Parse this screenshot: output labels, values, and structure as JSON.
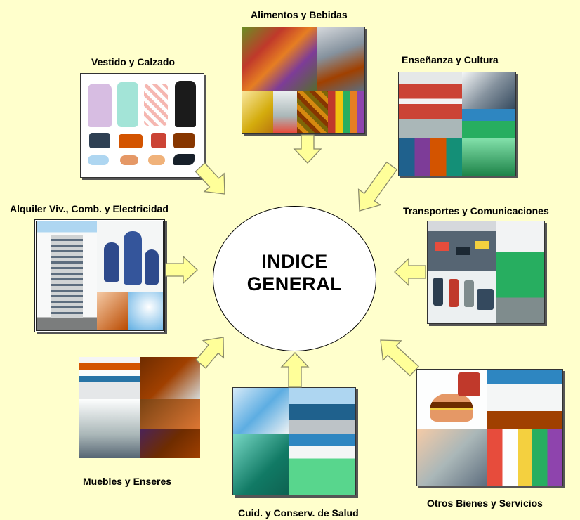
{
  "center": {
    "line1": "INDICE",
    "line2": "GENERAL"
  },
  "categories": {
    "alimentos": "Alimentos y Bebidas",
    "vestido": "Vestido y Calzado",
    "ensenanza": "Enseñanza y Cultura",
    "alquiler": "Alquiler  Viv.,  Comb. y Electricidad",
    "transportes": "Transportes y  Comunicaciones",
    "muebles": "Muebles y Enseres",
    "salud": "Cuid. y Conserv. de Salud",
    "otros": "Otros Bienes y Servicios"
  },
  "colors": {
    "background": "#FFFFCC",
    "arrow_fill": "#FFFF99",
    "arrow_stroke": "#8A8A6A"
  }
}
